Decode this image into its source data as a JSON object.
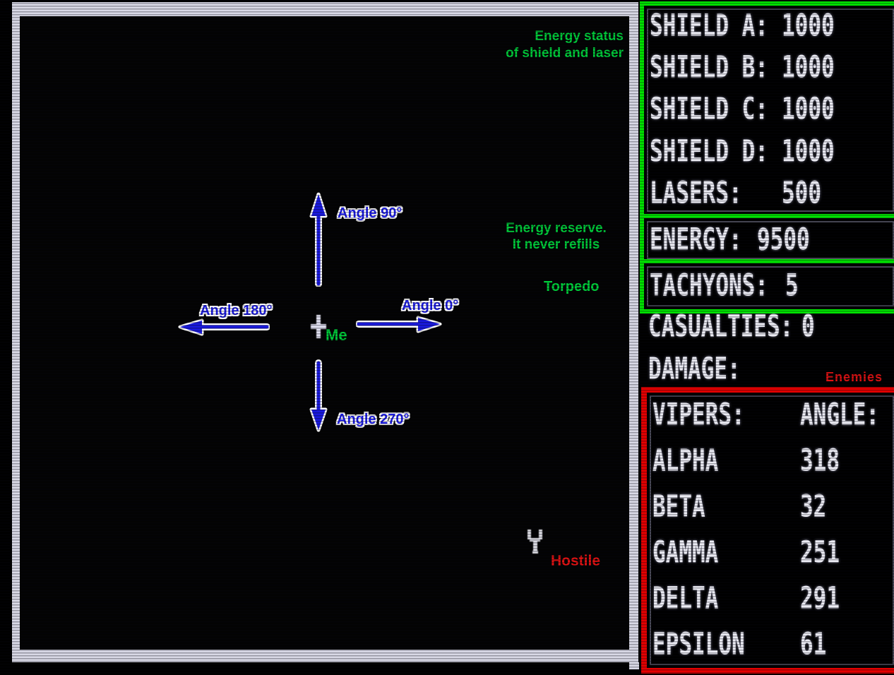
{
  "colors": {
    "annotation_green": "#00cf3a",
    "annotation_blue": "#1a1ae0",
    "annotation_red": "#e01212",
    "panel_border_green": "#00e400",
    "panel_border_red": "#e60000",
    "crt_text": "#ececf4",
    "frame_white": "#d9d9e6"
  },
  "radar": {
    "annotations": {
      "energy_status": {
        "line1": "Energy status",
        "line2": "of shield and laser"
      },
      "energy_reserve": {
        "line1": "Energy reserve.",
        "line2": "It never refills"
      },
      "torpedo": "Torpedo",
      "hostile": "Hostile",
      "me": "Me",
      "angle_0": "Angle 0°",
      "angle_90": "Angle 90°",
      "angle_180": "Angle 180°",
      "angle_270": "Angle 270°"
    },
    "icons": {
      "player_ship": "white plus-cross sprite",
      "hostile_ship": "white Y-shaped viper sprite",
      "arrows": "blue direction arrows with white outline (0°, 90°, 180°, 270°)"
    }
  },
  "panel": {
    "shields": {
      "rows": [
        {
          "label": "SHIELD A:",
          "value": "1000"
        },
        {
          "label": "SHIELD B:",
          "value": "1000"
        },
        {
          "label": "SHIELD C:",
          "value": "1000"
        },
        {
          "label": "SHIELD D:",
          "value": "1000"
        },
        {
          "label": "LASERS:",
          "value": "500"
        }
      ]
    },
    "energy": {
      "label": "ENERGY:",
      "value": "9500"
    },
    "tachyons": {
      "label": "TACHYONS:",
      "value": "5"
    },
    "casualties": {
      "label": "CASUALTIES:",
      "value": "0"
    },
    "damage": {
      "label": "DAMAGE:",
      "value": ""
    },
    "enemies_note": "Enemies",
    "vipers": {
      "header": {
        "name": "VIPERS:",
        "angle": "ANGLE:"
      },
      "rows": [
        {
          "name": "ALPHA",
          "angle": "318"
        },
        {
          "name": "BETA",
          "angle": "32"
        },
        {
          "name": "GAMMA",
          "angle": "251"
        },
        {
          "name": "DELTA",
          "angle": "291"
        },
        {
          "name": "EPSILON",
          "angle": "61"
        }
      ]
    }
  }
}
